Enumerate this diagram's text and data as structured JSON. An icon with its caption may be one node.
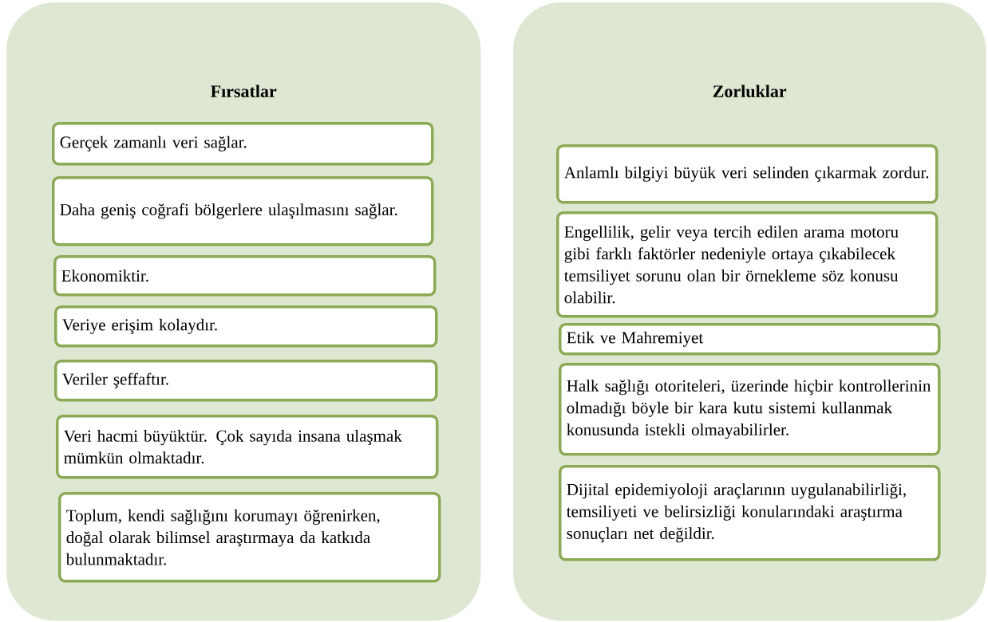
{
  "diagram": {
    "nodes": [
      {
        "text": [
          "Fırsatlar"
        ]
      },
      {
        "text": [
          "Gerçek zamanlı veri sağlar."
        ],
        "in": 0
      },
      {
        "text": [
          "Daha geniş coğrafi bölgerlere ulaşılmasını sağlar."
        ],
        "in": 0
      },
      {
        "text": [
          "Ekonomiktir."
        ],
        "in": 0
      },
      {
        "text": [
          "Veriye erişim kolaydır."
        ],
        "in": 0
      },
      {
        "text": [
          "Veriler şeffaftır."
        ],
        "in": 0
      },
      {
        "text": [
          "Veri hacmi büyüktür. Çok sayıda insana ulaşmak mümkün olmaktadır."
        ],
        "in": 0
      },
      {
        "text": [
          "Toplum, kendi sağlığını korumayı öğrenirken, doğal olarak bilimsel araştırmaya da katkıda bulunmaktadır."
        ],
        "in": 0
      },
      {
        "text": [
          "Zorluklar"
        ]
      },
      {
        "text": [
          "Anlamlı bilgiyi büyük veri selinden çıkarmak zordur."
        ],
        "in": 8
      },
      {
        "text": [
          "Engellilik, gelir veya tercih edilen arama motoru gibi farklı faktörler nedeniyle ortaya çıkabilecek temsiliyet sorunu olan bir örnekleme söz konusu olabilir."
        ],
        "in": 8
      },
      {
        "text": [
          "Etik ve Mahremiyet"
        ],
        "in": 8
      },
      {
        "text": [
          "Halk sağlığı otoriteleri, üzerinde hiçbir kontrollerinin olmadığı böyle bir kara kutu sistemi kullanmak konusunda istekli olmayabilirler."
        ],
        "in": 8
      },
      {
        "text": [
          "Dijital epidemiyoloji araçlarının uygulanabilirliği, temsiliyeti ve belirsizliği konularındaki araştırma sonuçları net değildir."
        ],
        "in": 8
      }
    ]
  }
}
